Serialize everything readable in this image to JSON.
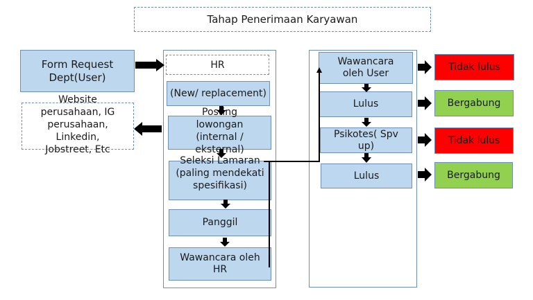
{
  "title": "Tahap Penerimaan Karyawan",
  "left": {
    "form_request": "Form Request Dept(User)",
    "channels": "Website perusahaan, IG perusahaan, Linkedin, Jobstreet, Etc"
  },
  "hr_column": {
    "header": "HR",
    "steps": [
      "(New/ replacement)",
      "Posting lowongan (internal / eksternal)",
      "Seleksi Lamaran (paling mendekati spesifikasi)",
      "Panggil",
      "Wawancara oleh HR"
    ]
  },
  "user_column": {
    "steps": [
      "Wawancara oleh User",
      "Lulus",
      "Psikotes( Spv up)",
      "Lulus"
    ]
  },
  "outcomes": [
    {
      "label": "Tidak lulus",
      "status": "fail",
      "color": "#ff0000"
    },
    {
      "label": "Bergabung",
      "status": "pass",
      "color": "#92d050"
    },
    {
      "label": "Tidak lulus",
      "status": "fail",
      "color": "#ff0000"
    },
    {
      "label": "Bergabung",
      "status": "pass",
      "color": "#92d050"
    }
  ],
  "colors": {
    "step_fill": "#bdd7ee",
    "border": "#6b8fb8",
    "arrow": "#000000"
  }
}
